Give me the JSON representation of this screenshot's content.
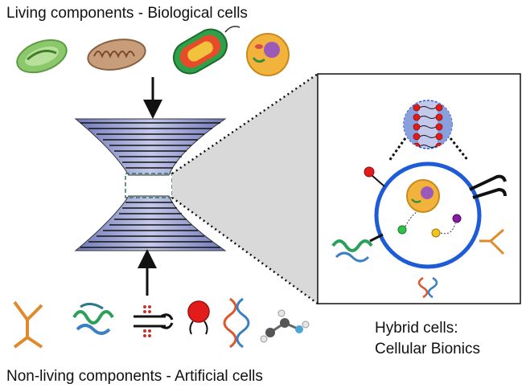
{
  "labels": {
    "living": "Living components - Biological cells",
    "nonliving": "Non-living components - Artificial cells",
    "hybrid_line1": "Hybrid cells:",
    "hybrid_line2": "Cellular Bionics"
  },
  "icons": {
    "living": [
      "chloroplast-icon",
      "mitochondrion-icon",
      "bacterium-icon",
      "eukaryotic-cell-icon"
    ],
    "nonliving": [
      "antibody-icon",
      "protein-icon",
      "membrane-channel-icon",
      "receptor-icon",
      "dna-icon",
      "molecule-icon"
    ]
  },
  "colors": {
    "membrane": "#1e5bd6",
    "funnel": "#8a92c8",
    "antibody": "#e08a2c",
    "bilayer_head": "#e21b1b",
    "zoom_shade": "#d9d9d9"
  }
}
